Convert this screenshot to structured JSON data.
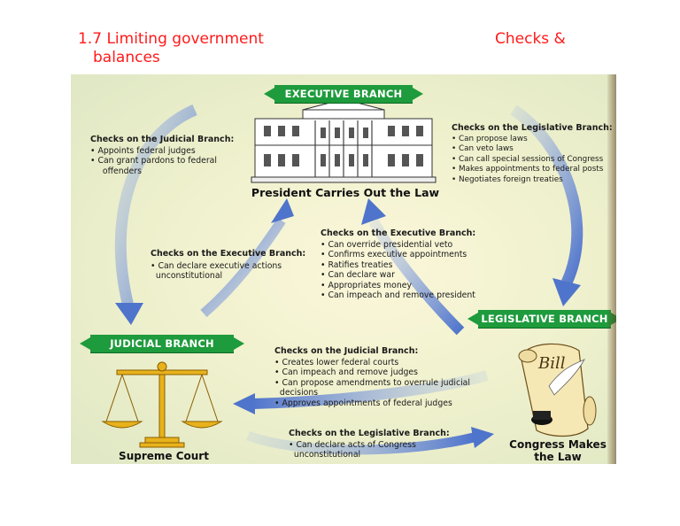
{
  "slide": {
    "title_line1": "1.7 Limiting government",
    "title_line2": "balances",
    "title_right": "Checks &"
  },
  "diagram": {
    "executive_banner": "EXECUTIVE BRANCH",
    "legislative_banner": "LEGISLATIVE BRANCH",
    "judicial_banner": "JUDICIAL BRANCH",
    "executive_caption": "President Carries Out the Law",
    "legislative_caption_1": "Congress Makes",
    "legislative_caption_2": "the Law",
    "judicial_caption": "Supreme Court",
    "bill_label": "Bill",
    "exec_checks_judicial": {
      "heading": "Checks on the Judicial Branch:",
      "items": [
        "Appoints federal judges",
        "Can grant pardons to federal",
        "offenders"
      ]
    },
    "exec_checks_legislative": {
      "heading": "Checks on the Legislative Branch:",
      "items": [
        "Can propose laws",
        "Can veto laws",
        "Can call special sessions of Congress",
        "Makes appointments to federal posts",
        "Negotiates foreign treaties"
      ]
    },
    "leg_checks_executive": {
      "heading": "Checks on the Executive Branch:",
      "items": [
        "Can override presidential veto",
        "Confirms executive appointments",
        "Ratifies treaties",
        "Can declare war",
        "Appropriates money",
        "Can impeach and remove president"
      ]
    },
    "jud_checks_executive": {
      "heading": "Checks on the Executive Branch:",
      "items": [
        "Can declare executive actions",
        "unconstitutional"
      ]
    },
    "leg_checks_judicial": {
      "heading": "Checks on the Judicial Branch:",
      "items": [
        "Creates lower federal courts",
        "Can impeach and remove judges",
        "Can propose amendments to overrule judicial",
        "decisions",
        "Approves appointments of federal judges"
      ]
    },
    "jud_checks_legislative": {
      "heading": "Checks on the Legislative Branch:",
      "items": [
        "Can declare acts of Congress",
        "unconstitutional"
      ]
    }
  },
  "colors": {
    "title_red": "#ff1a1a",
    "banner_green": "#1e9b3c",
    "arrow_blue": "#5b7fd0"
  }
}
